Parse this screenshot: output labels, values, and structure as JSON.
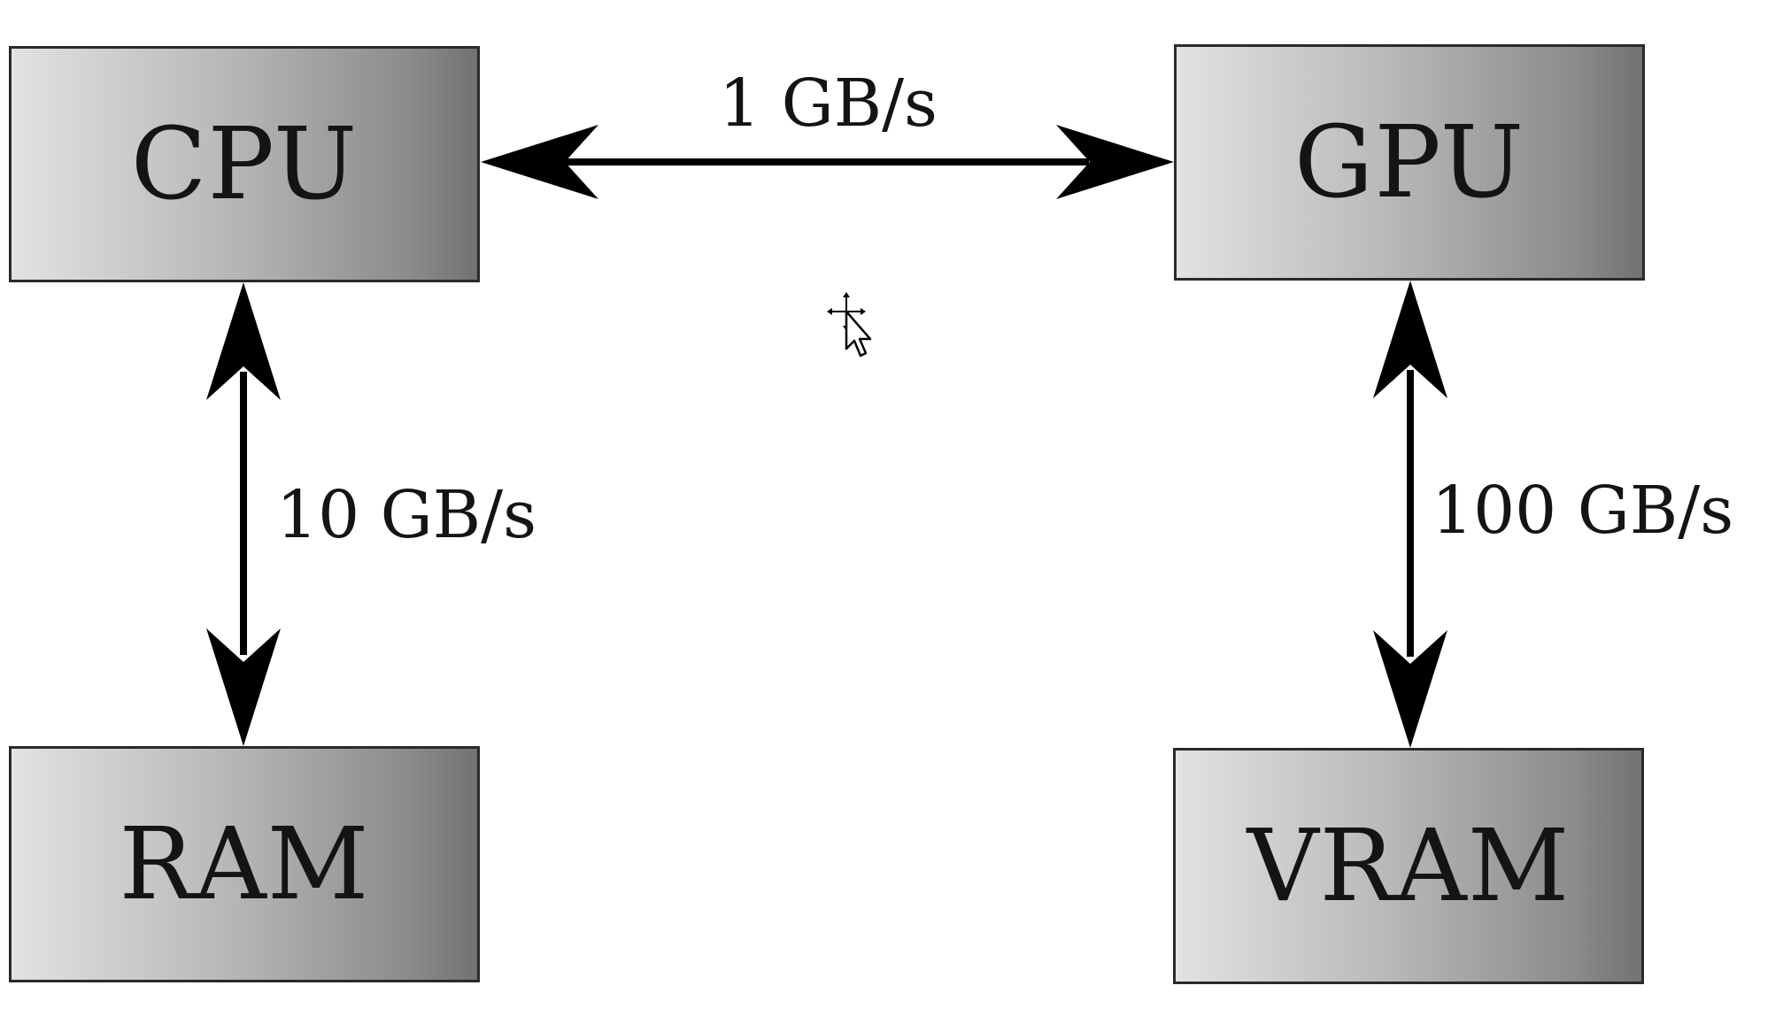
{
  "components": {
    "cpu": {
      "label": "CPU"
    },
    "gpu": {
      "label": "GPU"
    },
    "ram": {
      "label": "RAM"
    },
    "vram": {
      "label": "VRAM"
    }
  },
  "links": {
    "cpu_gpu": {
      "bandwidth": "1 GB/s",
      "direction": "bidirectional"
    },
    "cpu_ram": {
      "bandwidth": "10 GB/s",
      "direction": "bidirectional"
    },
    "gpu_vram": {
      "bandwidth": "100 GB/s",
      "direction": "bidirectional"
    }
  },
  "colors": {
    "box_border": "#2a2a2a",
    "box_gradient_light": "#e2e2e2",
    "box_gradient_dark": "#727272",
    "arrow": "#000000",
    "text": "#141414"
  },
  "cursor": {
    "icon": "move-cursor-icon"
  }
}
